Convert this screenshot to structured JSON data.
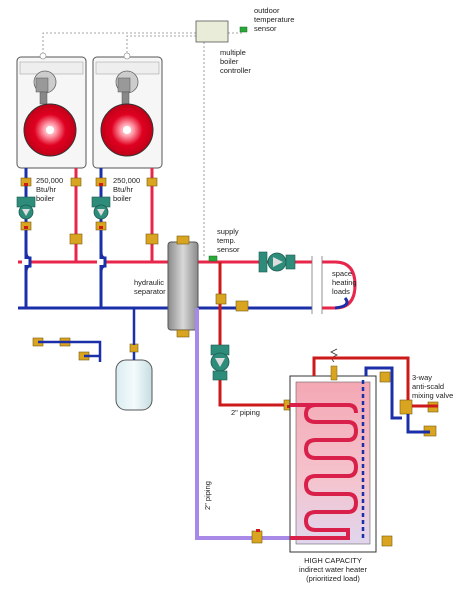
{
  "labels": {
    "outdoor_sensor": [
      "outdoor",
      "temperature",
      "sensor"
    ],
    "controller": [
      "multiple",
      "boiler",
      "controller"
    ],
    "boiler1": [
      "250,000",
      "Btu/hr",
      "boiler"
    ],
    "boiler2": [
      "250,000",
      "Btu/hr",
      "boiler"
    ],
    "supply_sensor": [
      "supply",
      "temp.",
      "sensor"
    ],
    "hydraulic_separator": [
      "hydraulic",
      "separator"
    ],
    "space_heating": [
      "space",
      "heating",
      "loads"
    ],
    "piping_2in_horizontal": "2\" piping",
    "piping_2in_vertical": "2\" piping",
    "mixing_valve": [
      "3-way",
      "anti-scald",
      "mixing valve"
    ],
    "water_heater": [
      "HIGH CAPACITY",
      "indirect water heater",
      "(prioritized load)"
    ]
  },
  "colors": {
    "supply_red": "#e8254a",
    "return_blue": "#1a2fa8",
    "dhw_red": "#cc1a1a",
    "purple": "#a889e8",
    "tank_red": "#d8204a",
    "tank_fill": "#f7c8cf",
    "brass": "#d9a520",
    "boiler_red": "#e00020",
    "pump_green": "#2e8c7a"
  }
}
